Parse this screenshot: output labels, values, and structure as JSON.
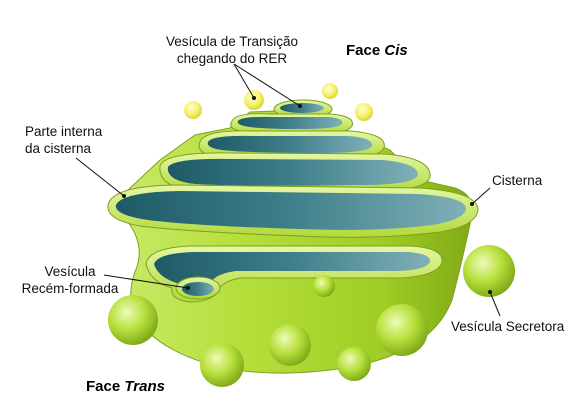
{
  "labels": {
    "transition_vesicle_line1": "Vesícula de Transição",
    "transition_vesicle_line2": "chegando do RER",
    "cisterna_interior_line1": "Parte interna",
    "cisterna_interior_line2": "da cisterna",
    "cisterna": "Cisterna",
    "new_vesicle_line1": "Vesícula",
    "new_vesicle_line2": "Recém-formada",
    "secretory_vesicle": "Vesícula Secretora"
  },
  "faces": {
    "cis_prefix": "Face",
    "cis_word": "Cis",
    "trans_prefix": "Face",
    "trans_word": "Trans"
  },
  "colors": {
    "membrane_green": "#a8d52c",
    "membrane_dark": "#6f9a12",
    "lumen_teal": "#3f7f8a",
    "lumen_dark": "#17505c",
    "vesicle_yellow": "#f4f06a"
  }
}
